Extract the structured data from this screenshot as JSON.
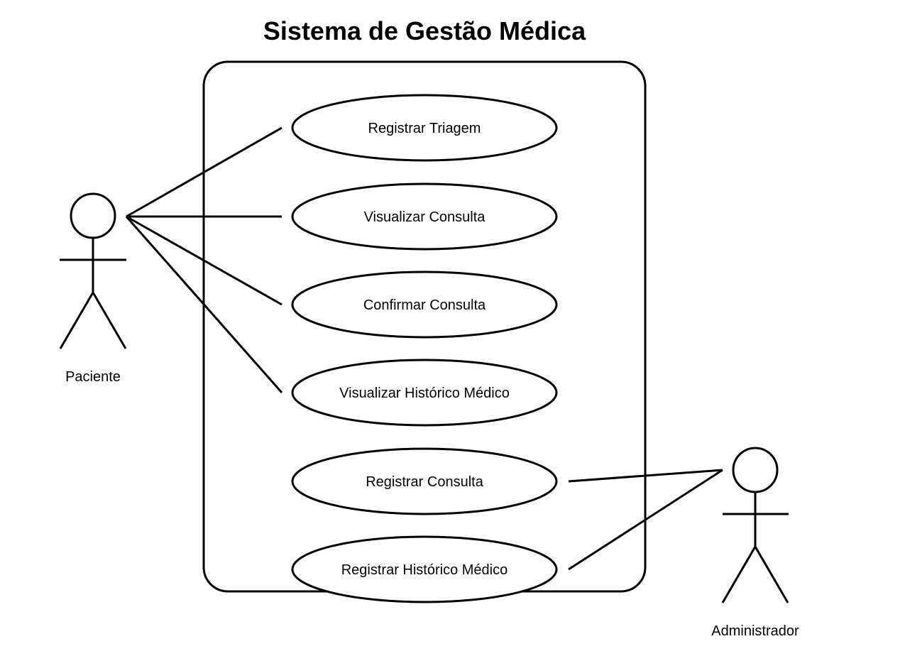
{
  "title": "Sistema de Gestão Médica",
  "actors": {
    "patient": {
      "name": "Paciente",
      "icon": "stick-figure-icon"
    },
    "admin": {
      "name": "Administrador",
      "icon": "stick-figure-icon"
    }
  },
  "use_cases": [
    {
      "label": "Registrar Triagem"
    },
    {
      "label": "Visualizar Consulta"
    },
    {
      "label": "Confirmar Consulta"
    },
    {
      "label": "Visualizar Histórico Médico"
    },
    {
      "label": "Registrar Consulta"
    },
    {
      "label": "Registrar Histórico Médico"
    }
  ],
  "associations": [
    {
      "actor": "Paciente",
      "use_case": "Registrar Triagem"
    },
    {
      "actor": "Paciente",
      "use_case": "Visualizar Consulta"
    },
    {
      "actor": "Paciente",
      "use_case": "Confirmar Consulta"
    },
    {
      "actor": "Paciente",
      "use_case": "Visualizar Histórico Médico"
    },
    {
      "actor": "Administrador",
      "use_case": "Registrar Consulta"
    },
    {
      "actor": "Administrador",
      "use_case": "Registrar Histórico Médico"
    }
  ]
}
